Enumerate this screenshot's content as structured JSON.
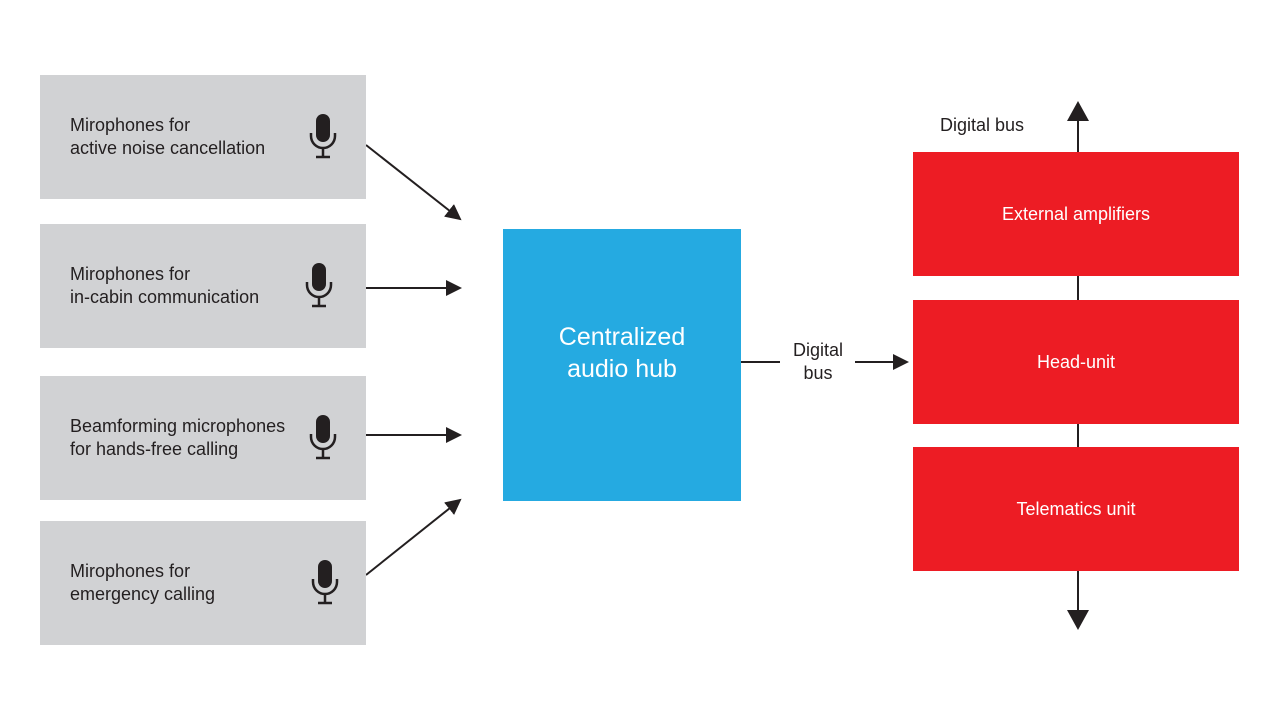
{
  "inputs": [
    {
      "label": "Mirophones for\nactive noise cancellation",
      "icon": "microphone-icon"
    },
    {
      "label": "Mirophones for\nin-cabin communication",
      "icon": "microphone-icon"
    },
    {
      "label": "Beamforming microphones\nfor hands-free calling",
      "icon": "microphone-icon"
    },
    {
      "label": "Mirophones for\nemergency calling",
      "icon": "microphone-icon"
    }
  ],
  "hub": {
    "label": "Centralized\naudio hub"
  },
  "bus_middle": {
    "label": "Digital\nbus"
  },
  "bus_top": {
    "label": "Digital bus"
  },
  "outputs": [
    {
      "label": "External amplifiers"
    },
    {
      "label": "Head-unit"
    },
    {
      "label": "Telematics unit"
    }
  ],
  "colors": {
    "input_box": "#d1d2d4",
    "hub": "#25aae1",
    "output_box": "#ed1c24",
    "lines": "#231f20"
  }
}
